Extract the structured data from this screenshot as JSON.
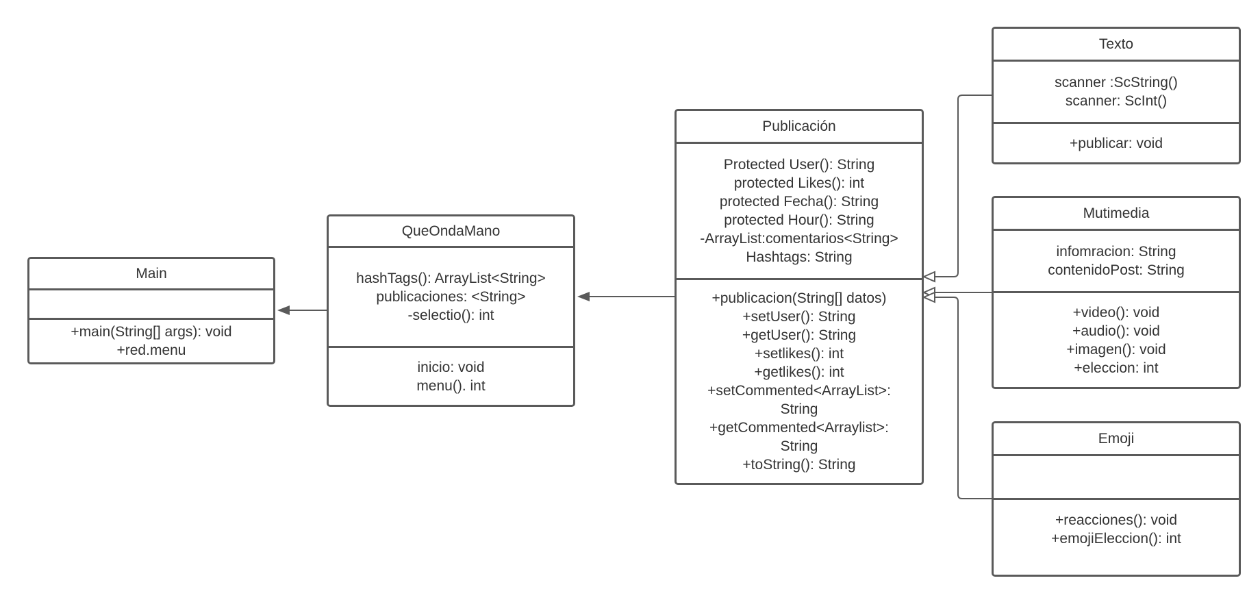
{
  "diagram": {
    "classes": {
      "main": {
        "name": "Main",
        "attributes": [],
        "methods": [
          "+main(String[] args): void",
          "+red.menu"
        ]
      },
      "queondamano": {
        "name": "QueOndaMano",
        "attributes": [
          "hashTags(): ArrayList<String>",
          "publicaciones: <String>",
          "-selectio(): int"
        ],
        "methods": [
          "inicio: void",
          "menu(). int"
        ]
      },
      "publicacion": {
        "name": "Publicación",
        "attributes": [
          "Protected User(): String",
          "protected Likes(): int",
          "protected Fecha(): String",
          "protected Hour(): String",
          "-ArrayList:comentarios<String>",
          "Hashtags: String"
        ],
        "methods": [
          "+publicacion(String[] datos)",
          "+setUser(): String",
          "+getUser(): String",
          "+setlikes(): int",
          "+getlikes(): int",
          "+setCommented<ArrayList>:",
          "String",
          "+getCommented<Arraylist>:",
          "String",
          "+toString(): String"
        ]
      },
      "texto": {
        "name": "Texto",
        "attributes": [
          "scanner :ScString()",
          "scanner: ScInt()"
        ],
        "methods": [
          "+publicar: void"
        ]
      },
      "mutimedia": {
        "name": "Mutimedia",
        "attributes": [
          "infomracion: String",
          "contenidoPost: String"
        ],
        "methods": [
          "+video(): void",
          "+audio(): void",
          "+imagen(): void",
          "+eleccion: int"
        ]
      },
      "emoji": {
        "name": "Emoji",
        "attributes": [],
        "methods": [
          "+reacciones(): void",
          "+emojiEleccion(): int"
        ]
      }
    },
    "relations": [
      {
        "from": "queondamano",
        "to": "main",
        "type": "association"
      },
      {
        "from": "publicacion",
        "to": "queondamano",
        "type": "association"
      },
      {
        "from": "texto",
        "to": "publicacion",
        "type": "inheritance"
      },
      {
        "from": "mutimedia",
        "to": "publicacion",
        "type": "inheritance"
      },
      {
        "from": "emoji",
        "to": "publicacion",
        "type": "inheritance"
      }
    ],
    "colors": {
      "line": "#5a5a5a",
      "text": "#333333",
      "background": "#ffffff"
    }
  }
}
